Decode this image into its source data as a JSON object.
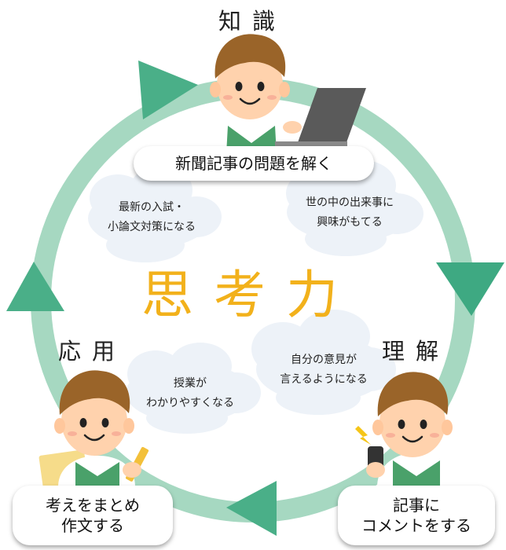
{
  "center_title": "思考力",
  "stages": {
    "knowledge": {
      "label": "知識",
      "caption": "新聞記事の問題を解く"
    },
    "understanding": {
      "label": "理解",
      "caption_lines": [
        "記事に",
        "コメントをする"
      ]
    },
    "application": {
      "label": "応用",
      "caption_lines": [
        "考えをまとめ",
        "作文する"
      ]
    }
  },
  "benefits": {
    "exam": [
      "最新の入試・",
      "小論文対策になる"
    ],
    "interest": [
      "世の中の出来事に",
      "興味がもてる"
    ],
    "opinion": [
      "自分の意見が",
      "言えるようになる"
    ],
    "class": [
      "授業が",
      "わかりやすくなる"
    ]
  },
  "colors": {
    "cycle": "#a6d8c1",
    "arrow_head": "#3ea982",
    "title": "#f2b11b",
    "cloud": "#edf2f8",
    "shirt": "#4aa16a",
    "hair": "#8a5a24"
  }
}
